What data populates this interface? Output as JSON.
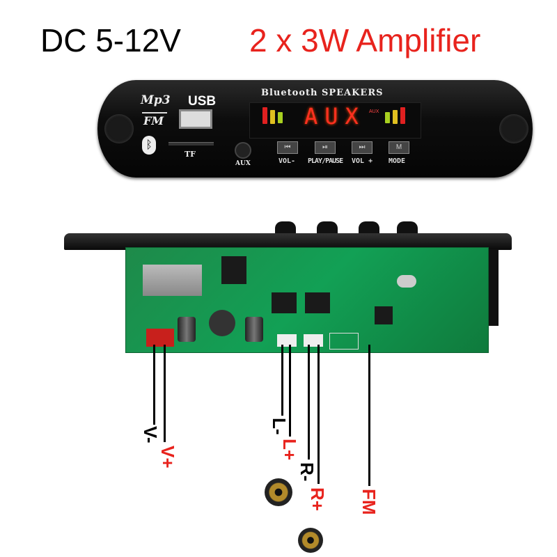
{
  "header": {
    "voltage": "DC 5-12V",
    "power": "2 x 3W Amplifier"
  },
  "panel": {
    "logo_top": "Mp3",
    "logo_bottom": "FM",
    "usb_label": "USB",
    "tf_label": "TF",
    "aux_label": "AUX",
    "brand": "Bluetooth SPEAKERS",
    "display_text": "AUX",
    "display_badge": "AUX",
    "buttons": [
      {
        "label": "VOL-",
        "icon": "previous-icon"
      },
      {
        "label": "PLAY/PAUSE",
        "icon": "play-pause-icon"
      },
      {
        "label": "VOL +",
        "icon": "next-icon"
      },
      {
        "label": "MODE",
        "icon": "mode-icon"
      }
    ]
  },
  "wires": {
    "v_minus": "V-",
    "v_plus": "V+",
    "l_minus": "L-",
    "l_plus": "L+",
    "r_minus": "R-",
    "r_plus": "R+",
    "fm": "FM"
  },
  "colors": {
    "accent_red": "#e8231d",
    "pcb_green": "#12a055"
  }
}
